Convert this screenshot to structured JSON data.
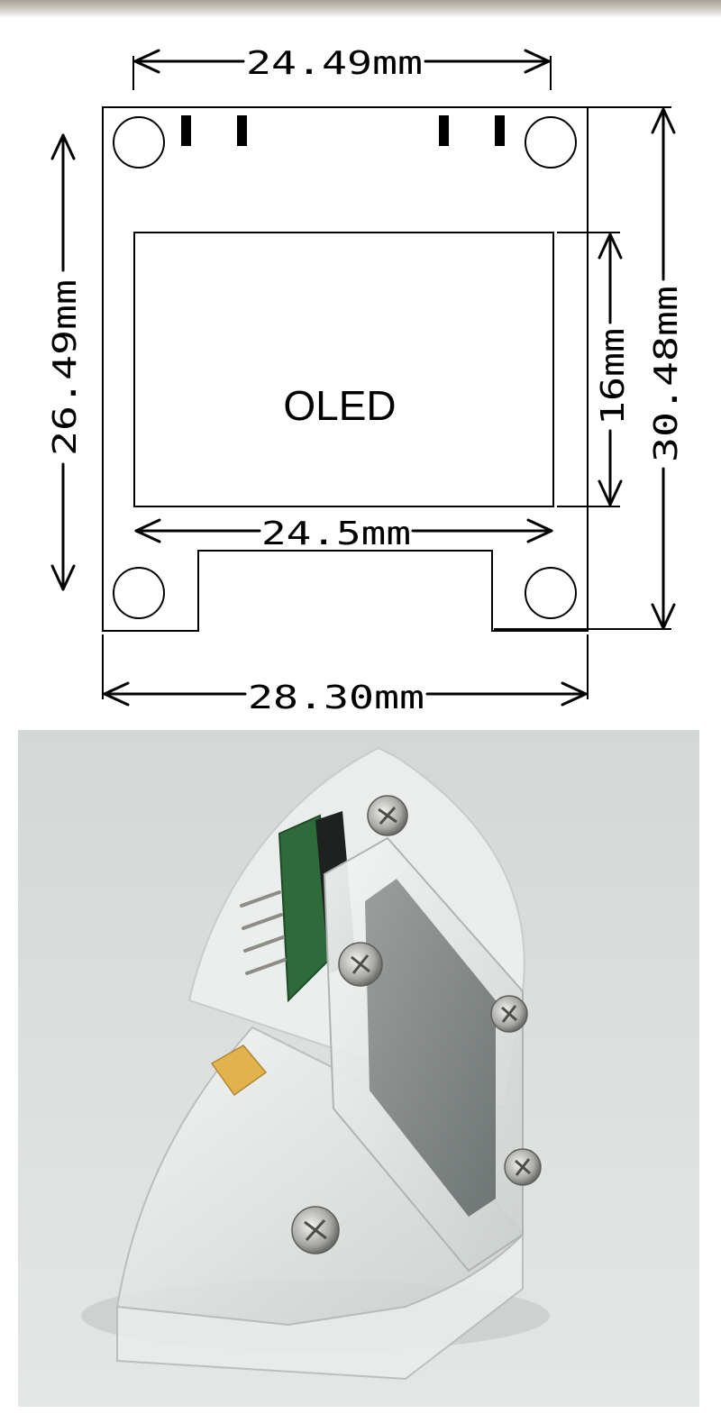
{
  "drawing": {
    "dimensions": {
      "top_width": "24.49mm",
      "left_height": "26.49mm",
      "right_height": "30.48mm",
      "screen_height": "16mm",
      "screen_width": "24.5mm",
      "bottom_width": "28.30mm"
    },
    "screen_label": "OLED"
  },
  "colors": {
    "line": "#000000",
    "top_bar": "#bdb7ad",
    "photo_background": "#d9dddb"
  }
}
